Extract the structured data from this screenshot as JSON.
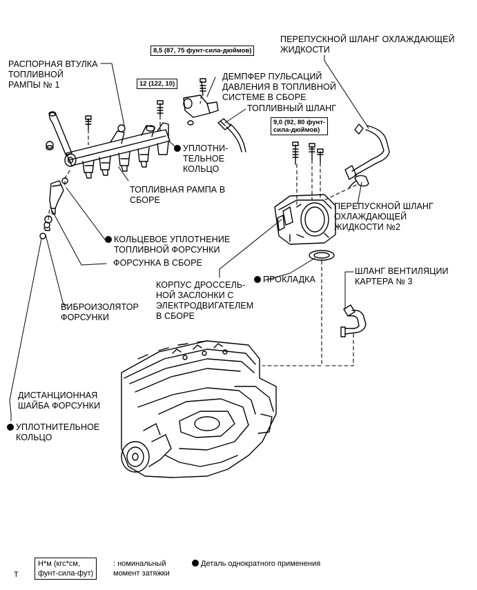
{
  "labels": {
    "spacer": "РАСПОРНАЯ ВТУЛКА\nТОПЛИВНОЙ\nРАМПЫ № 1",
    "pulsation_damper": "ДЕМПФЕР ПУЛЬСАЦИЙ\nДАВЛЕНИЯ В ТОПЛИВНОЙ\nСИСТЕМЕ В СБОРЕ",
    "fuel_hose": "ТОПЛИВНЫЙ ШЛАНГ",
    "bypass_hose": "ПЕРЕПУСКНОЙ ШЛАНГ ОХЛАЖДАЮЩЕЙ\nЖИДКОСТИ",
    "o_ring_upper": "УПЛОТНИ-\nТЕЛЬНОЕ\nКОЛЬЦО",
    "fuel_rail": "ТОПЛИВНАЯ РАМПА В\nСБОРЕ",
    "bypass_hose_2": "ПЕРЕПУСКНОЙ ШЛАНГ\nОХЛАЖДАЮЩЕЙ\nЖИДКОСТИ №2",
    "injector_o_ring": "КОЛЬЦЕВОЕ УПЛОТНЕНИЕ\nТОПЛИВНОЙ ФОРСУНКИ",
    "injector": "ФОРСУНКА В СБОРЕ",
    "throttle_body": "КОРПУС ДРОССЕЛЬ-\nНОЙ ЗАСЛОНКИ С\nЭЛЕКТРОДВИГАТЕЛЕМ\nВ СБОРЕ",
    "gasket": "ПРОКЛАДКА",
    "ventilation_hose": "ШЛАНГ ВЕНТИЛЯЦИИ\nКАРТЕРА № 3",
    "vibration_insulator": "ВИБРОИЗОЛЯТОР\nФОРСУНКИ",
    "injector_spacer": "ДИСТАНЦИОННАЯ\nШАЙБА ФОРСУНКИ",
    "o_ring_lower": "УПЛОТНИТЕЛЬНОЕ\nКОЛЬЦО"
  },
  "torques": {
    "damper_bolt": "8,5 (87, 75 фунт-сила-дюймов)",
    "rail_bolt": "12 (122, 10)",
    "throttle_bolt": "9,0 (92, 80 фунт-\nсила-дюймов)"
  },
  "legend": {
    "unit_box": "Н*м (кгс*см,\nфунт-сила-фут)",
    "unit_desc": ": номинальный\nмомент затяжки",
    "non_reusable": "Деталь однократного применения",
    "corner_mark": "T"
  },
  "colors": {
    "line": "#000000",
    "background": "#ffffff"
  }
}
